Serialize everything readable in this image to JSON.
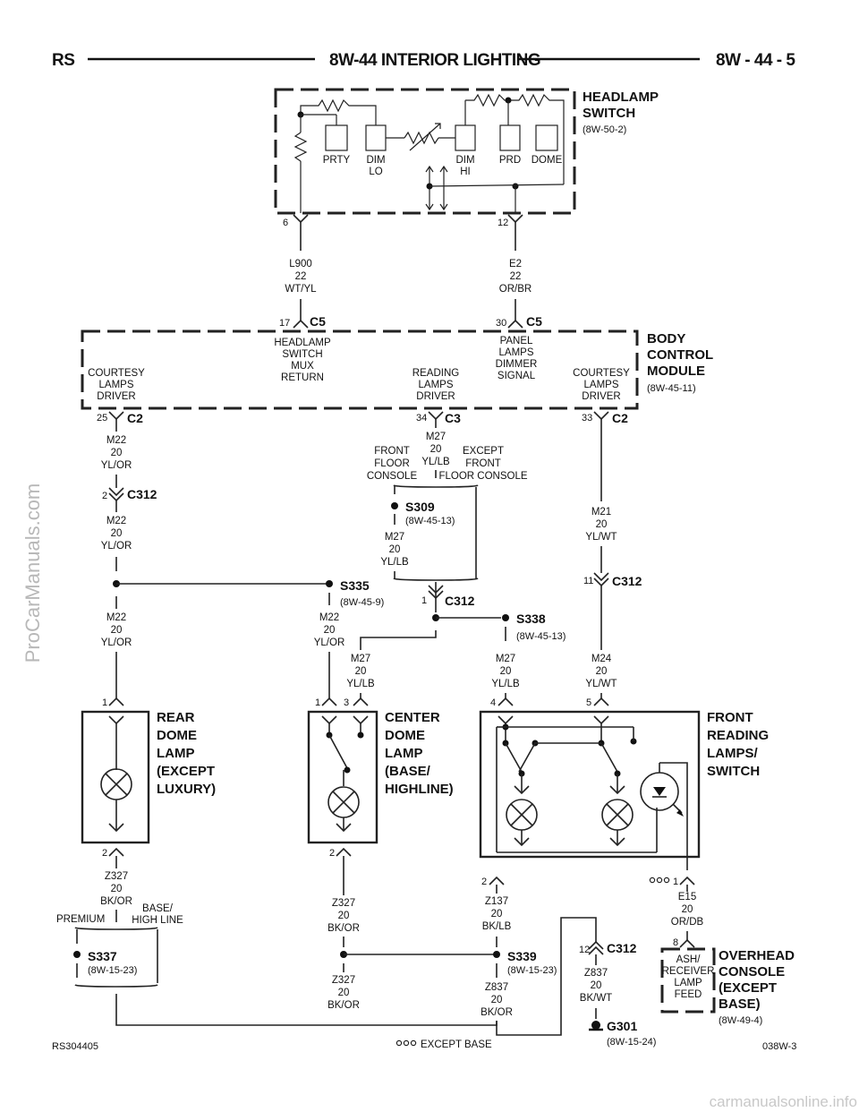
{
  "header": {
    "left": "RS",
    "title": "8W-44 INTERIOR LIGHTING",
    "right": "8W - 44 - 5"
  },
  "headlamp_switch": {
    "name1": "HEADLAMP",
    "name2": "SWITCH",
    "ref": "(8W-50-2)",
    "labels": {
      "prty": "PRTY",
      "dim_lo1": "DIM",
      "dim_lo2": "LO",
      "dim_hi1": "DIM",
      "dim_hi2": "HI",
      "prd": "PRD",
      "dome": "DOME"
    },
    "pin_left": "6",
    "pin_right": "12"
  },
  "wires": {
    "l900": [
      "L900",
      "22",
      "WT/YL"
    ],
    "e2": [
      "E2",
      "22",
      "OR/BR"
    ],
    "m22a": [
      "M22",
      "20",
      "YL/OR"
    ],
    "m22b": [
      "M22",
      "20",
      "YL/OR"
    ],
    "m22c": [
      "M22",
      "20",
      "YL/OR"
    ],
    "m22d": [
      "M22",
      "20",
      "YL/OR"
    ],
    "m27a": [
      "M27",
      "20",
      "YL/LB"
    ],
    "m27b": [
      "M27",
      "20",
      "YL/LB"
    ],
    "m27c": [
      "M27",
      "20",
      "YL/LB"
    ],
    "m27d": [
      "M27",
      "20",
      "YL/LB"
    ],
    "m21": [
      "M21",
      "20",
      "YL/WT"
    ],
    "m24": [
      "M24",
      "20",
      "YL/WT"
    ],
    "z327a": [
      "Z327",
      "20",
      "BK/OR"
    ],
    "z327b": [
      "Z327",
      "20",
      "BK/OR"
    ],
    "z327c": [
      "Z327",
      "20",
      "BK/OR"
    ],
    "z137": [
      "Z137",
      "20",
      "BK/LB"
    ],
    "z837a": [
      "Z837",
      "20",
      "BK/OR"
    ],
    "z837b": [
      "Z837",
      "20",
      "BK/WT"
    ],
    "e15": [
      "E15",
      "20",
      "OR/DB"
    ]
  },
  "connectors": {
    "c5a": {
      "name": "C5",
      "pin": "17"
    },
    "c5b": {
      "name": "C5",
      "pin": "30"
    },
    "c2a": {
      "name": "C2",
      "pin": "25"
    },
    "c3": {
      "name": "C3",
      "pin": "34"
    },
    "c2b": {
      "name": "C2",
      "pin": "33"
    },
    "c312a": {
      "name": "C312",
      "pin": "2"
    },
    "c312b": {
      "name": "C312",
      "pin": "1"
    },
    "c312c": {
      "name": "C312",
      "pin": "11"
    },
    "c312d": {
      "name": "C312",
      "pin": "12"
    }
  },
  "bcm": {
    "name1": "BODY",
    "name2": "CONTROL",
    "name3": "MODULE",
    "ref": "(8W-45-11)",
    "hs_mux": [
      "HEADLAMP",
      "SWITCH",
      "MUX",
      "RETURN"
    ],
    "panel": [
      "PANEL",
      "LAMPS",
      "DIMMER",
      "SIGNAL"
    ],
    "court_left": [
      "COURTESY",
      "LAMPS",
      "DRIVER"
    ],
    "reading": [
      "READING",
      "LAMPS",
      "DRIVER"
    ],
    "court_right": [
      "COURTESY",
      "LAMPS",
      "DRIVER"
    ]
  },
  "splices": {
    "s309": {
      "name": "S309",
      "ref": "(8W-45-13)"
    },
    "s335": {
      "name": "S335",
      "ref": "(8W-45-9)"
    },
    "s338": {
      "name": "S338",
      "ref": "(8W-45-13)"
    },
    "s337": {
      "name": "S337",
      "ref": "(8W-15-23)"
    },
    "s339": {
      "name": "S339",
      "ref": "(8W-15-23)"
    }
  },
  "options": {
    "front_floor": [
      "FRONT",
      "FLOOR",
      "CONSOLE"
    ],
    "except_front": [
      "EXCEPT",
      "FRONT",
      "FLOOR CONSOLE"
    ],
    "premium": "PREMIUM",
    "base_high": [
      "BASE/",
      "HIGH LINE"
    ]
  },
  "rear_dome": {
    "lines": [
      "REAR",
      "DOME",
      "LAMP",
      "(EXCEPT",
      "LUXURY)"
    ],
    "pin_top": "1",
    "pin_bot": "2"
  },
  "center_dome": {
    "lines": [
      "CENTER",
      "DOME",
      "LAMP",
      "(BASE/",
      "HIGHLINE)"
    ],
    "pin_a": "1",
    "pin_b": "3",
    "pin_bot": "2"
  },
  "front_reading": {
    "lines": [
      "FRONT",
      "READING",
      "LAMPS/",
      "SWITCH"
    ],
    "pin_a": "4",
    "pin_b": "5",
    "pin_c": "2",
    "pin_d": "1"
  },
  "overhead": {
    "lines": [
      "OVERHEAD",
      "CONSOLE",
      "(EXCEPT",
      "BASE)"
    ],
    "ref": "(8W-49-4)",
    "inner": [
      "ASH/",
      "RECEIVER",
      "LAMP",
      "FEED"
    ],
    "pin": "8"
  },
  "ground": {
    "name": "G301",
    "ref": "(8W-15-24)"
  },
  "footer": {
    "left": "RS304405",
    "center": "EXCEPT BASE",
    "right": "038W-3",
    "site": "carmanualsonline.info"
  },
  "watermark": "ProCarManuals.com"
}
